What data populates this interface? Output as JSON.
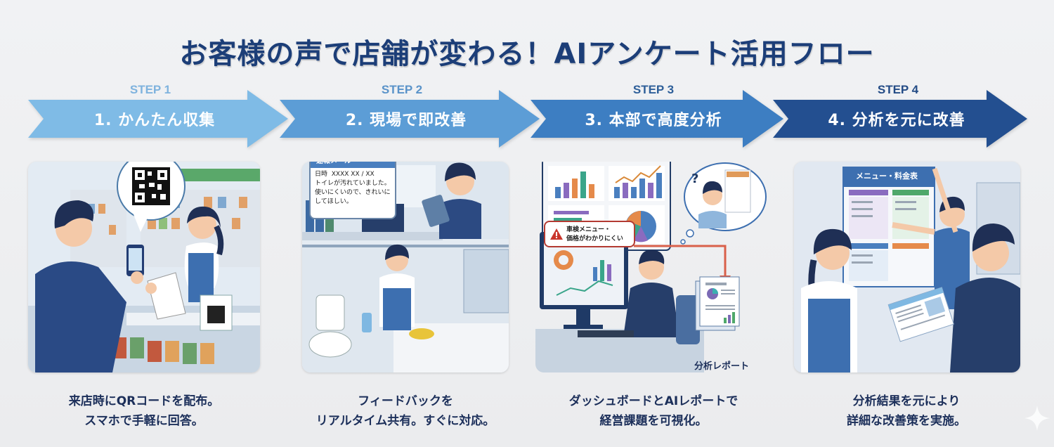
{
  "title": "お客様の声で店舗が変わる！AIアンケート活用フロー",
  "colors": {
    "title": "#1c3e78",
    "step1": "#7fb8e2",
    "step2": "#5b9bd2",
    "step3": "#3f7cbd",
    "step4": "#234f8f",
    "caption": "#1c2f5a"
  },
  "steps": [
    {
      "step_label": "STEP 1",
      "arrow_label": "1. かんたん収集",
      "caption_lines": [
        "来店時にQRコードを配布。",
        "スマホで手軽に回答。"
      ],
      "illustration": "customer-scanning-qr-code-at-store-counter"
    },
    {
      "step_label": "STEP 2",
      "arrow_label": "2. 現場で即改善",
      "caption_lines": [
        "フィードバックを",
        "リアルタイム共有。すぐに対応。"
      ],
      "illustration": "staff-receives-alert-and-cleans-restroom",
      "alert": {
        "header": "速報メール",
        "date_label": "日時",
        "date_value": "XXXX XX / XX",
        "body_lines": [
          "トイレが汚れていました。",
          "使いにくいので、きれいに",
          "してほしい。"
        ]
      }
    },
    {
      "step_label": "STEP 3",
      "arrow_label": "3. 本部で高度分析",
      "caption_lines": [
        "ダッシュボードとAIレポートで",
        "経営課題を可視化。"
      ],
      "illustration": "analyst-viewing-dashboard",
      "warning_lines": [
        "車検メニュー・",
        "価格がわかりにくい"
      ],
      "report_label": "分析レポート"
    },
    {
      "step_label": "STEP 4",
      "arrow_label": "4. 分析を元に改善",
      "caption_lines": [
        "分析結果を元により",
        "詳細な改善策を実施。"
      ],
      "illustration": "staff-updating-menu-board",
      "board_title": "メニュー・料金表"
    }
  ]
}
